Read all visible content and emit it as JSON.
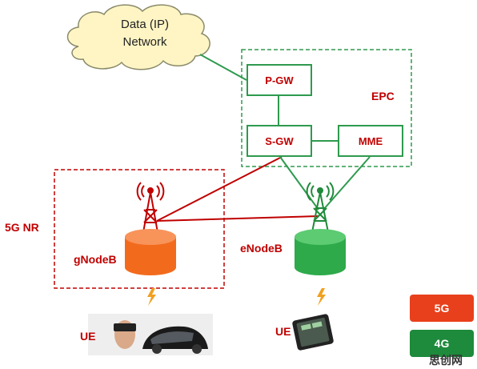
{
  "cloud": {
    "line1": "Data (IP)",
    "line2": "Network"
  },
  "epc": {
    "label": "EPC",
    "pgw": "P-GW",
    "sgw": "S-GW",
    "mme": "MME"
  },
  "nr": {
    "label": "5G NR",
    "gnodeb": "gNodeB"
  },
  "lte": {
    "enodeb": "eNodeB"
  },
  "ue": {
    "left": "UE",
    "right": "UE"
  },
  "legend": {
    "g5": "5G",
    "g4": "4G"
  },
  "watermark": "思创网",
  "colors": {
    "green": "#2e9a4e",
    "red": "#c00000",
    "orange": "#f26b1d",
    "cloud": "#fff5c4",
    "badge4g": "#1e8a3c",
    "badge5g": "#e8401c"
  }
}
